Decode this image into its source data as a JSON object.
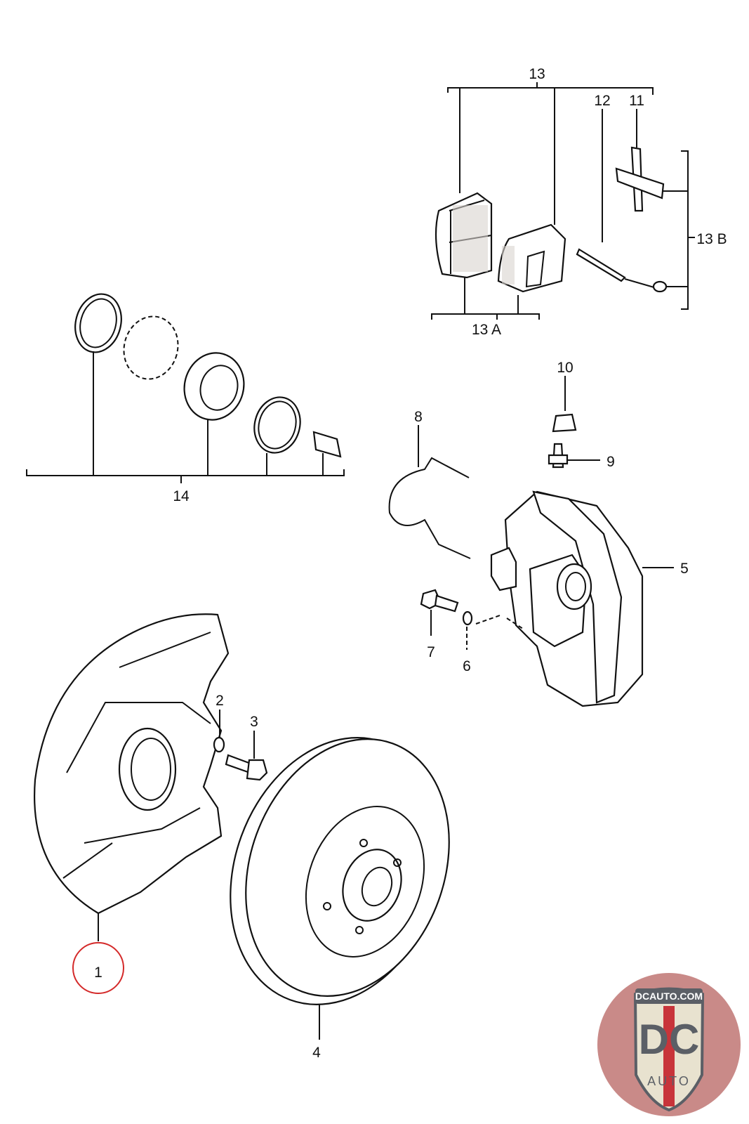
{
  "diagram": {
    "callouts": {
      "c1": "1",
      "c2": "2",
      "c3": "3",
      "c4": "4",
      "c5": "5",
      "c6": "6",
      "c7": "7",
      "c8": "8",
      "c9": "9",
      "c10": "10",
      "c11": "11",
      "c12": "12",
      "c13": "13",
      "c13a": "13 A",
      "c13b": "13 B",
      "c14": "14"
    },
    "highlighted_callout": "1",
    "highlight_color": "#d42a2a"
  },
  "logo": {
    "text_top": "DCAUTO.COM",
    "text_main": "DC",
    "text_sub": "AUTO",
    "colors": {
      "badge_bg": "#c98a88",
      "shield": "#e8e2cf",
      "letters": "#5b5f66",
      "stripe": "#c8343a"
    }
  }
}
